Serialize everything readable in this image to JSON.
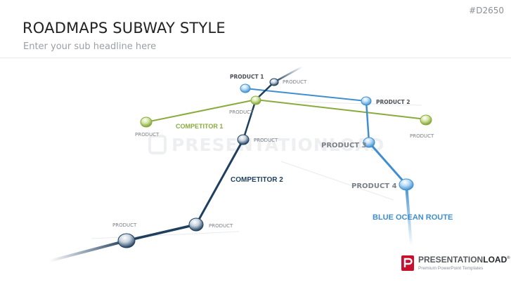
{
  "slide_code": "#D2650",
  "title": "ROADMAPS SUBWAY STYLE",
  "subtitle": "Enter your sub headline here",
  "watermark": "PRESENTATIONLOAD",
  "colors": {
    "competitor_1": "#8aab3c",
    "competitor_2": "#1f3f5e",
    "blue_ocean_route": "#3f8fd0",
    "brand_accent": "#c8102e"
  },
  "routes": {
    "competitor_1": "COMPETITOR 1",
    "competitor_2": "COMPETITOR 2",
    "blue_ocean_route": "BLUE OCEAN ROUTE"
  },
  "stations": {
    "product_1": "PRODUCT 1",
    "product_2": "PRODUCT 2",
    "product_3": "PRODUCT 3",
    "product_4": "PRODUCT 4",
    "product_top": "PRODUCT",
    "product_center": "PRODUCT",
    "product_left": "PRODUCT",
    "product_right": "PRODUCT",
    "product_mid": "PRODUCT",
    "product_lower_left": "PRODUCT",
    "product_lower": "PRODUCT"
  },
  "brand": {
    "name_part1": "PRESENTATION",
    "name_part2": "LOAD",
    "registered": "®",
    "tagline": "Premium PowerPoint Templates"
  }
}
